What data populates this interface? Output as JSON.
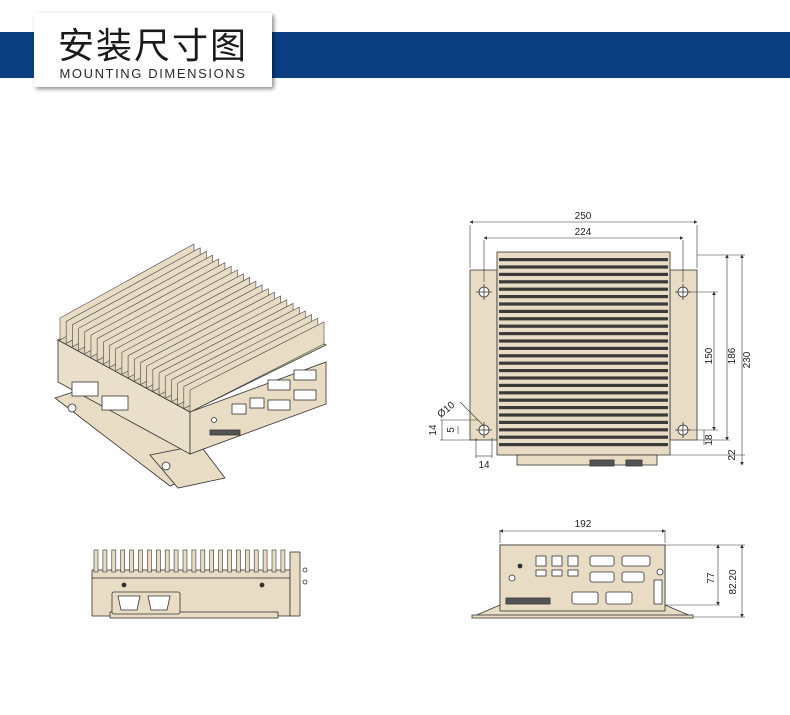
{
  "header": {
    "title_cn": "安装尺寸图",
    "title_en": "MOUNTING DIMENSIONS"
  },
  "colors": {
    "banner": "#0a3f82",
    "body_fill": "#e9dcc4",
    "fin_dark": "#3a3a3a",
    "line": "#333333"
  },
  "top_view": {
    "width_outer": "250",
    "width_inner": "224",
    "height_total": "230",
    "height_mid": "186",
    "height_holes": "150",
    "offset_bottom": "22",
    "offset_hole": "18",
    "hole_dia": "Ø10",
    "slot_height": "14",
    "slot_gap": "5",
    "slot_width": "14"
  },
  "front_view": {
    "width": "192",
    "height_body": "77",
    "height_total": "82.20"
  }
}
